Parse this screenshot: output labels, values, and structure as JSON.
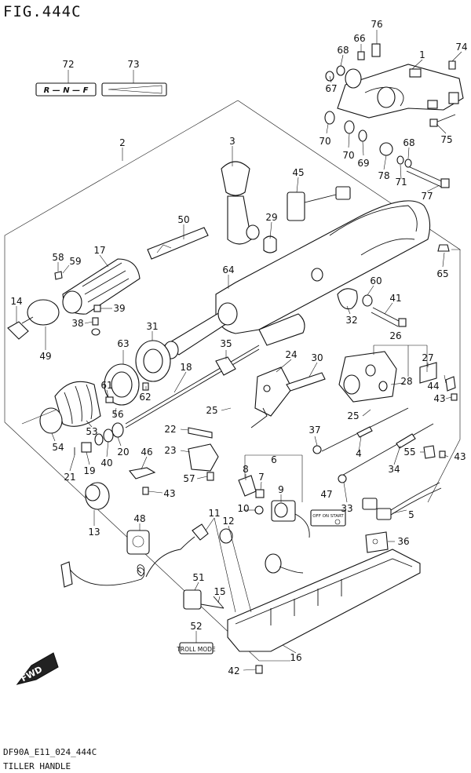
{
  "figure": {
    "title": "FIG.444C",
    "code": "DF90A_E11_024_444C",
    "name": "TILLER HANDLE"
  },
  "labels": {
    "decal_72": "R — N — F",
    "troll_mode": "TROLL MODE",
    "switch_plate": "OFF ON START",
    "fwd": "FWD"
  },
  "parts": [
    {
      "no": "1"
    },
    {
      "no": "2"
    },
    {
      "no": "3"
    },
    {
      "no": "4"
    },
    {
      "no": "5"
    },
    {
      "no": "6"
    },
    {
      "no": "7"
    },
    {
      "no": "8"
    },
    {
      "no": "9"
    },
    {
      "no": "10"
    },
    {
      "no": "11"
    },
    {
      "no": "12"
    },
    {
      "no": "13"
    },
    {
      "no": "14"
    },
    {
      "no": "15"
    },
    {
      "no": "16"
    },
    {
      "no": "17"
    },
    {
      "no": "18"
    },
    {
      "no": "19"
    },
    {
      "no": "20"
    },
    {
      "no": "21"
    },
    {
      "no": "22"
    },
    {
      "no": "23"
    },
    {
      "no": "24"
    },
    {
      "no": "25"
    },
    {
      "no": "25"
    },
    {
      "no": "26"
    },
    {
      "no": "27"
    },
    {
      "no": "28"
    },
    {
      "no": "29"
    },
    {
      "no": "30"
    },
    {
      "no": "31"
    },
    {
      "no": "32"
    },
    {
      "no": "33"
    },
    {
      "no": "34"
    },
    {
      "no": "35"
    },
    {
      "no": "36"
    },
    {
      "no": "37"
    },
    {
      "no": "38"
    },
    {
      "no": "39"
    },
    {
      "no": "40"
    },
    {
      "no": "41"
    },
    {
      "no": "42"
    },
    {
      "no": "43"
    },
    {
      "no": "43"
    },
    {
      "no": "43"
    },
    {
      "no": "43"
    },
    {
      "no": "44"
    },
    {
      "no": "45"
    },
    {
      "no": "46"
    },
    {
      "no": "47"
    },
    {
      "no": "48"
    },
    {
      "no": "49"
    },
    {
      "no": "50"
    },
    {
      "no": "51"
    },
    {
      "no": "52"
    },
    {
      "no": "53"
    },
    {
      "no": "54"
    },
    {
      "no": "55"
    },
    {
      "no": "56"
    },
    {
      "no": "57"
    },
    {
      "no": "58"
    },
    {
      "no": "59"
    },
    {
      "no": "60"
    },
    {
      "no": "61"
    },
    {
      "no": "62"
    },
    {
      "no": "63"
    },
    {
      "no": "64"
    },
    {
      "no": "65"
    },
    {
      "no": "66"
    },
    {
      "no": "67"
    },
    {
      "no": "68"
    },
    {
      "no": "68"
    },
    {
      "no": "69"
    },
    {
      "no": "70"
    },
    {
      "no": "70"
    },
    {
      "no": "71"
    },
    {
      "no": "72"
    },
    {
      "no": "73"
    },
    {
      "no": "74"
    },
    {
      "no": "75"
    },
    {
      "no": "76"
    },
    {
      "no": "77"
    },
    {
      "no": "78"
    }
  ]
}
